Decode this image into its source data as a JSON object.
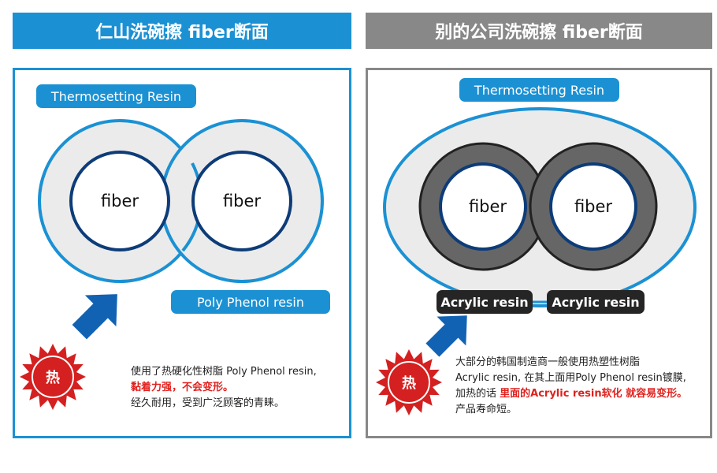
{
  "left": {
    "header": "仁山洗碗擦 fiber断面",
    "resin_label": "Thermosetting Resin",
    "fiber_labels": [
      "fiber",
      "fiber"
    ],
    "coating_label": "Poly Phenol resin",
    "heat_label": "热",
    "desc_line1": "使用了热硬化性树脂 Poly Phenol resin,",
    "desc_line2_red": "黏着力强，不会变形。",
    "desc_line3": "经久耐用，受到广泛顾客的青睐。"
  },
  "right": {
    "header": "别的公司洗碗擦 fiber断面",
    "resin_label": "Thermosetting Resin",
    "fiber_labels": [
      "fiber",
      "fiber"
    ],
    "acrylic_labels": [
      "Acrylic resin",
      "Acrylic resin"
    ],
    "heat_label": "热",
    "desc_line1": "大部分的韩国制造商一般使用热塑性树脂",
    "desc_line2": "Acrylic resin, 在其上面用Poly Phenol resin镀膜,",
    "desc_line3_prefix": "加热的话 ",
    "desc_line3_red": "里面的Acrylic resin软化 就容易变形。",
    "desc_line4": "产品寿命短。"
  },
  "colors": {
    "blue": "#1b91d4",
    "navy": "#0d3c78",
    "gray": "#888888",
    "light_gray_fill": "#ebebeb",
    "dark_ring": "#666666",
    "arrow_blue": "#1262b3",
    "heat_red": "#d42020"
  }
}
